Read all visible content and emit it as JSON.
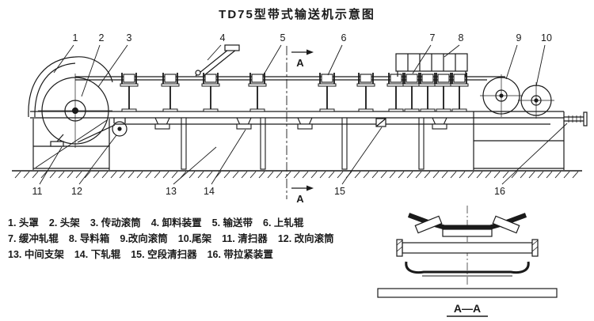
{
  "title": "TD75型带式输送机示意图",
  "section_view": {
    "label": "A—A"
  },
  "section_marks": {
    "top": "A",
    "bottom": "A"
  },
  "callouts": [
    "1",
    "2",
    "3",
    "4",
    "5",
    "6",
    "7",
    "8",
    "9",
    "10",
    "11",
    "12",
    "13",
    "14",
    "15",
    "16"
  ],
  "legend": {
    "items": [
      {
        "text": "1. 头罩"
      },
      {
        "text": "2. 头架"
      },
      {
        "text": "3. 传动滚筒"
      },
      {
        "text": "4. 卸料装置"
      },
      {
        "text": "5. 输送带"
      },
      {
        "text": "6. 上轧辊"
      },
      {
        "text": "7. 缓冲轧辊"
      },
      {
        "text": "8. 导料箱"
      },
      {
        "text": "9.改向滚筒"
      },
      {
        "text": "10.尾架"
      },
      {
        "text": "11. 清扫器"
      },
      {
        "text": "12. 改向滚筒"
      },
      {
        "text": "13. 中间支架"
      },
      {
        "text": "14. 下轧辊"
      },
      {
        "text": "15. 空段清扫器"
      },
      {
        "text": "16. 带拉紧装置"
      }
    ]
  },
  "colors": {
    "ink": "#1a1a1a",
    "background": "#ffffff"
  }
}
